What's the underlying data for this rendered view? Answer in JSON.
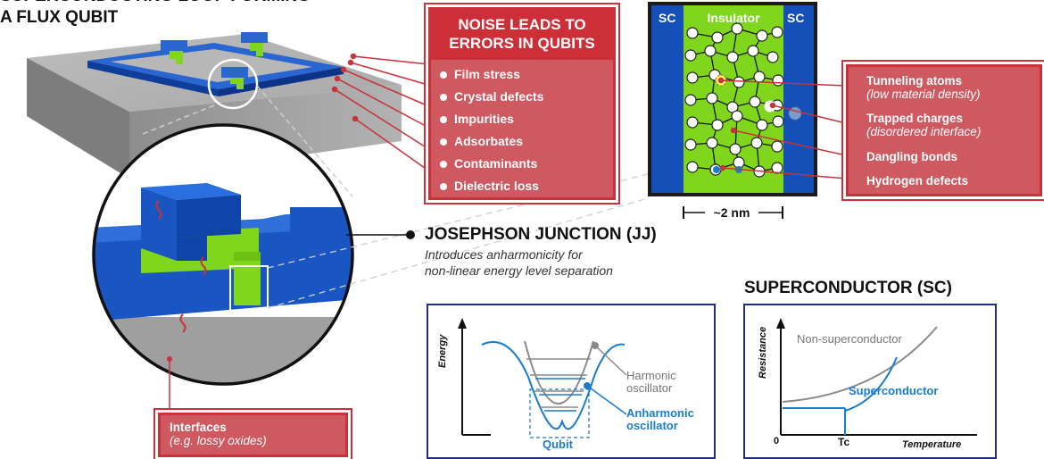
{
  "header": {
    "title_line1": "SUPERCONDUCTING LOOP FORMING",
    "title_line2": "A FLUX QUBIT"
  },
  "noise_box": {
    "title_line1": "NOISE LEADS TO",
    "title_line2": "ERRORS IN QUBITS",
    "items": [
      "Film stress",
      "Crystal defects",
      "Impurities",
      "Adsorbates",
      "Contaminants",
      "Dielectric loss"
    ]
  },
  "cross_section": {
    "left_label": "SC",
    "center_label": "Insulator",
    "right_label": "SC",
    "scale_label": "~2 nm"
  },
  "defects": [
    {
      "name": "Tunneling atoms",
      "detail": "(low material density)"
    },
    {
      "name": "Trapped charges",
      "detail": "(disordered interface)"
    },
    {
      "name": "Dangling bonds",
      "detail": ""
    },
    {
      "name": "Hydrogen defects",
      "detail": ""
    }
  ],
  "josephson": {
    "title": "JOSEPHSON JUNCTION (JJ)",
    "subtitle_line1": "Introduces anharmonicity for",
    "subtitle_line2": "non-linear energy level separation"
  },
  "interfaces": {
    "name": "Interfaces",
    "detail": "(e.g. lossy oxides)"
  },
  "energy_panel": {
    "ylabel": "Energy",
    "harmonic_line1": "Harmonic",
    "harmonic_line2": "oscillator",
    "anharmonic_line1": "Anharmonic",
    "anharmonic_line2": "oscillator",
    "qubit_label": "Qubit"
  },
  "superconductor_panel": {
    "title": "SUPERCONDUCTOR (SC)",
    "ylabel": "Resistance",
    "xlabel": "Temperature",
    "origin": "0",
    "tc": "Tc",
    "non_sc_label": "Non-superconductor",
    "sc_label": "Superconductor"
  },
  "colors": {
    "sc_blue": "#1450b8",
    "insulator_green": "#7fd61c",
    "noise_red": "#cc2f38",
    "box_red": "#cf5960",
    "panel_navy": "#1f2d7a",
    "harmonic_gray": "#8a8a8a",
    "anharmonic_blue": "#1a7ccc"
  }
}
